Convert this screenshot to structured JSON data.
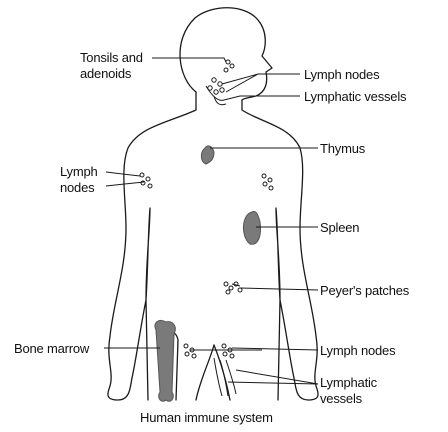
{
  "caption": "Human immune system",
  "labels": {
    "tonsils_line1": "Tonsils and",
    "tonsils_line2": "adenoids",
    "lymph_nodes_neck": "Lymph nodes",
    "lymphatic_vessels_neck": "Lymphatic vessels",
    "thymus": "Thymus",
    "lymph_nodes_armpit_line1": "Lymph",
    "lymph_nodes_armpit_line2": "nodes",
    "spleen": "Spleen",
    "peyers_patches": "Peyer's patches",
    "bone_marrow": "Bone marrow",
    "lymph_nodes_groin": "Lymph nodes",
    "lymphatic_vessels_leg_line1": "Lymphatic",
    "lymphatic_vessels_leg_line2": "vessels"
  },
  "colors": {
    "outline": "#1a1a1a",
    "organ_fill": "#7a7a7a",
    "organ_dark": "#555555"
  }
}
